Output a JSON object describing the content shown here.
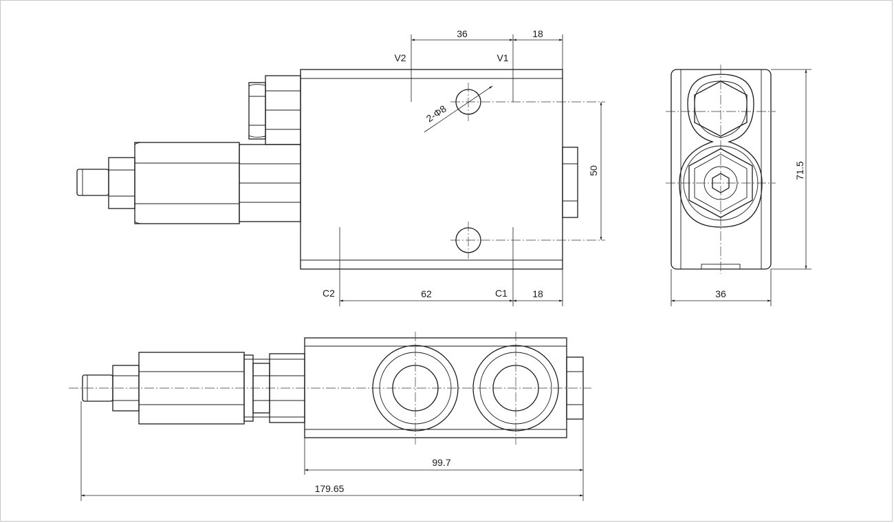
{
  "dimensions": {
    "top_36": "36",
    "top_18": "18",
    "v2": "V2",
    "v1": "V1",
    "hole": "2-Φ8",
    "height_50": "50",
    "c2": "C2",
    "width_62": "62",
    "c1": "C1",
    "bottom_18": "18",
    "side_height": "71.5",
    "side_width": "36",
    "body_length": "99.7",
    "overall_length": "179.65"
  }
}
